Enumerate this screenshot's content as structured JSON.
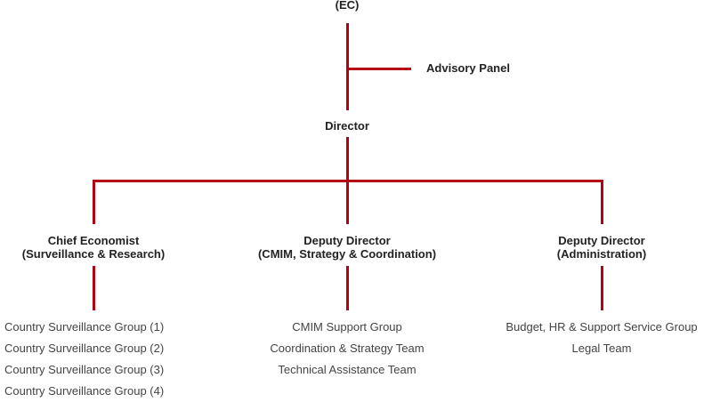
{
  "chart": {
    "top_node": {
      "label": "(EC)"
    },
    "advisory": {
      "label": "Advisory Panel"
    },
    "director": {
      "label": "Director"
    },
    "branches": [
      {
        "title_line1": "Chief Economist",
        "title_line2": "(Surveillance & Research)",
        "units": [
          "Country Surveillance Group (1)",
          "Country Surveillance Group (2)",
          "Country Surveillance Group (3)",
          "Country Surveillance Group (4)"
        ]
      },
      {
        "title_line1": "Deputy Director",
        "title_line2": "(CMIM, Strategy & Coordination)",
        "units": [
          "CMIM Support Group",
          "Coordination & Strategy Team",
          "Technical Assistance Team"
        ]
      },
      {
        "title_line1": "Deputy Director",
        "title_line2": "(Administration)",
        "units": [
          "Budget, HR & Support Service Group",
          "Legal Team"
        ]
      }
    ]
  },
  "colors": {
    "connector": "#b30012",
    "heading_text": "#222222",
    "unit_text": "#444444"
  }
}
